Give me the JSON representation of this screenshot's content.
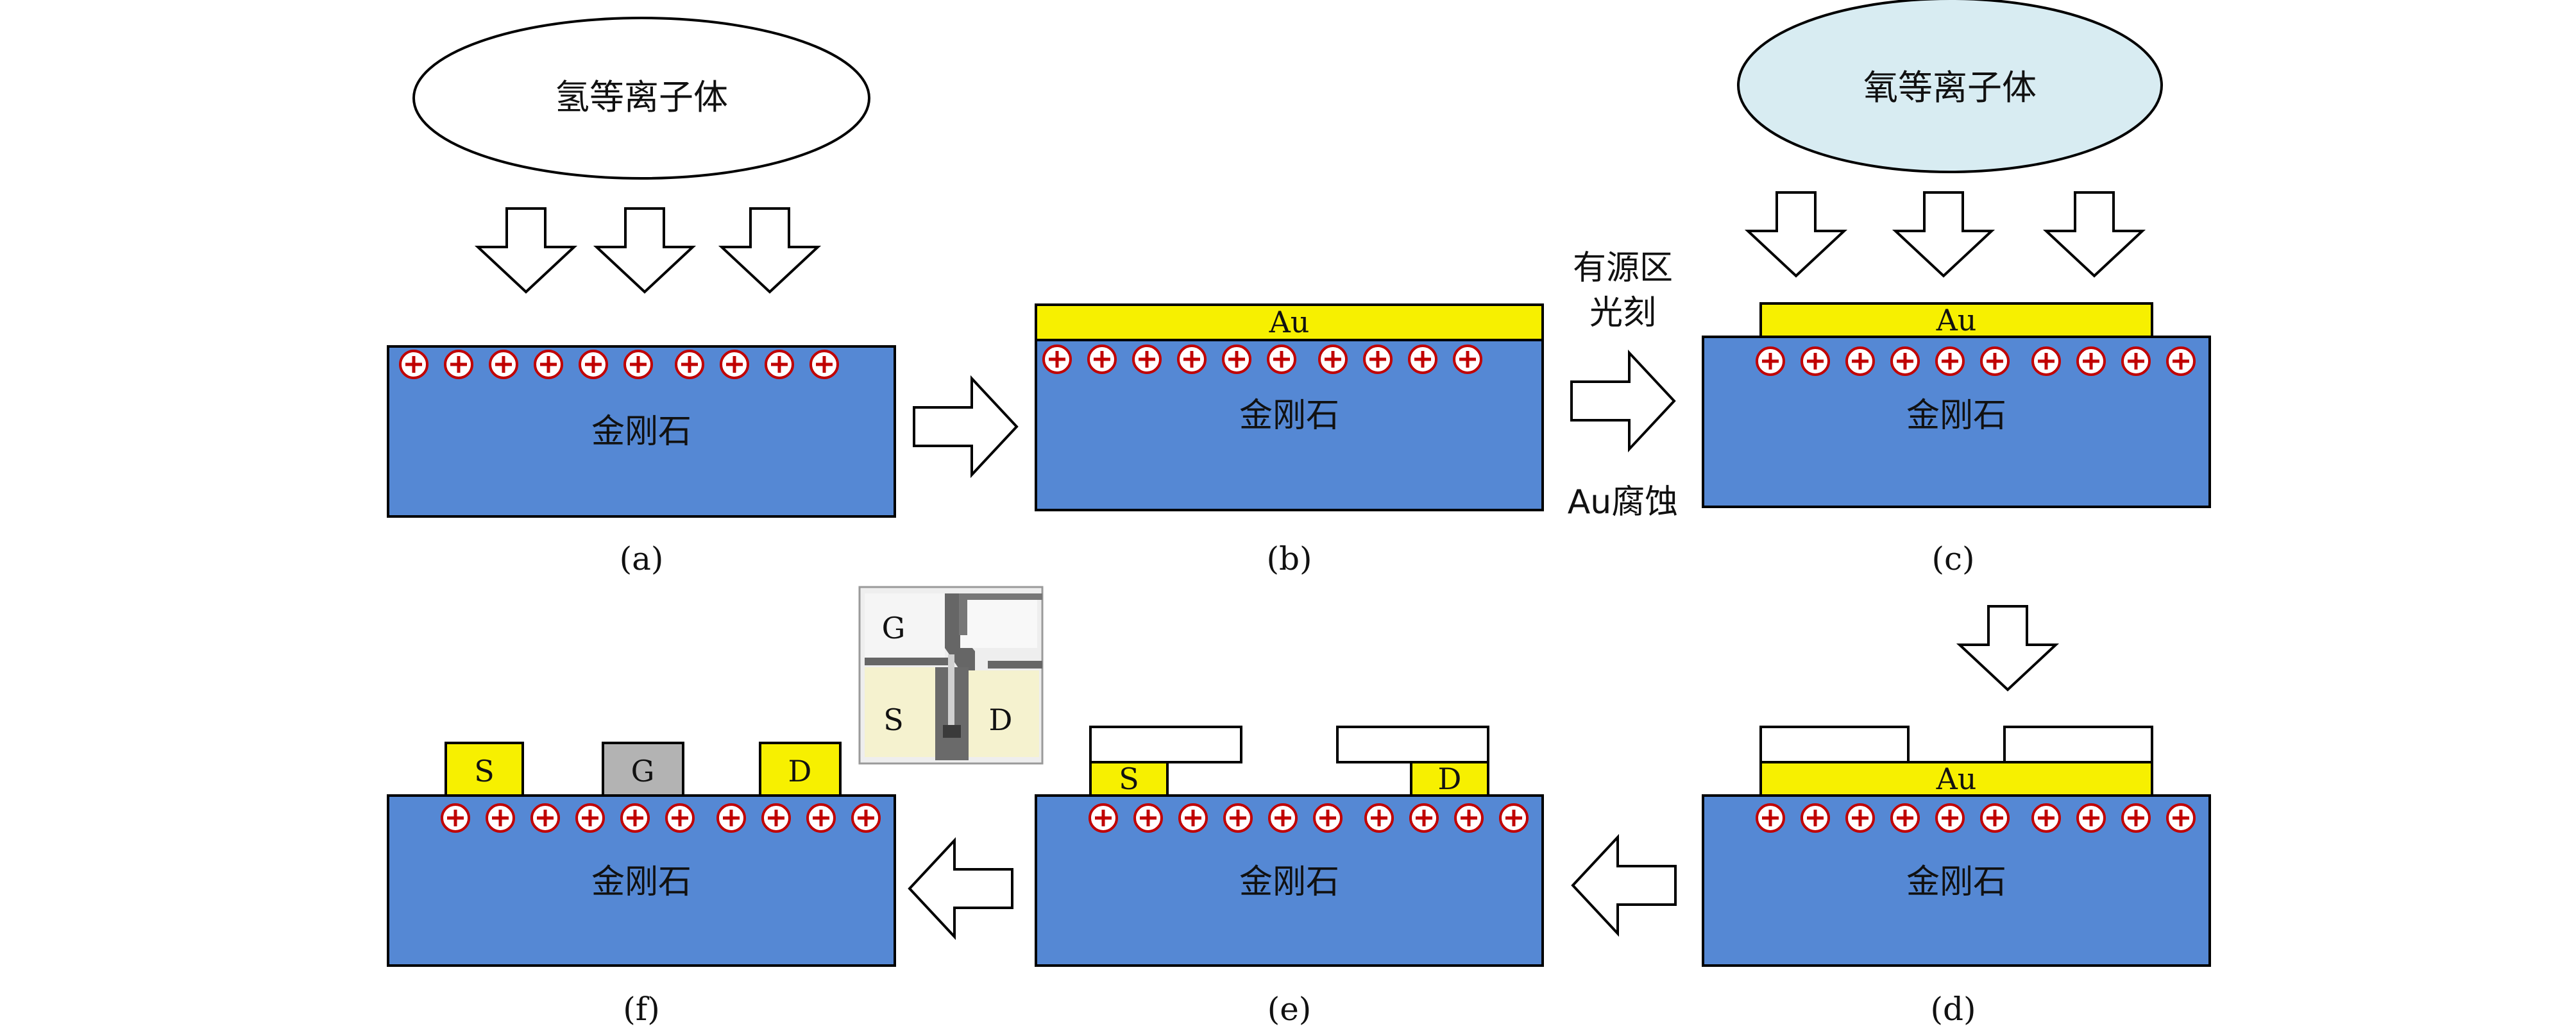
{
  "colors": {
    "diamond": "#5588d4",
    "gold": "#f7f000",
    "gate": "#b3b3b3",
    "oxygen_plasma_fill": "#d8ecf2",
    "charge_border": "#c00000",
    "stroke": "#000000"
  },
  "labels": {
    "hydrogen_plasma": "氢等离子体",
    "oxygen_plasma": "氧等离子体",
    "diamond": "金刚石",
    "au": "Au",
    "step_bc_top_line1": "有源区",
    "step_bc_top_line2": "光刻",
    "step_bc_bottom": "Au腐蚀",
    "source": "S",
    "gate": "G",
    "drain": "D"
  },
  "panels": [
    {
      "id": "a",
      "caption": "(a)"
    },
    {
      "id": "b",
      "caption": "(b)"
    },
    {
      "id": "c",
      "caption": "(c)"
    },
    {
      "id": "d",
      "caption": "(d)"
    },
    {
      "id": "e",
      "caption": "(e)"
    },
    {
      "id": "f",
      "caption": "(f)"
    }
  ],
  "micrograph": {
    "g": "G",
    "s": "S",
    "d": "D"
  }
}
